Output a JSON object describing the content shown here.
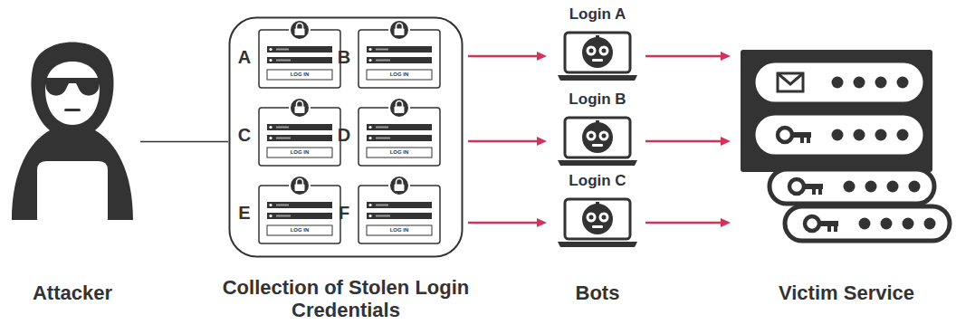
{
  "diagram": {
    "nodes": [
      {
        "text": [
          "Attacker"
        ]
      },
      {
        "text": [
          "Collection of Stolen Login Credentials"
        ]
      },
      {
        "text": [
          "A",
          "LOG IN"
        ],
        "in": 1
      },
      {
        "text": [
          "B",
          "LOG IN"
        ],
        "in": 1
      },
      {
        "text": [
          "C",
          "LOG IN"
        ],
        "in": 1
      },
      {
        "text": [
          "D",
          "LOG IN"
        ],
        "in": 1
      },
      {
        "text": [
          "E",
          "LOG IN"
        ],
        "in": 1
      },
      {
        "text": [
          "F",
          "LOG IN"
        ],
        "in": 1
      },
      {
        "text": [
          "Login A"
        ]
      },
      {
        "text": [
          "Login B"
        ]
      },
      {
        "text": [
          "Login C"
        ]
      },
      {
        "text": [
          "Victim Service"
        ]
      }
    ],
    "edges": [
      {
        "from": 0,
        "to": 1,
        "arrow": "none"
      },
      {
        "from": 1,
        "to": 8,
        "arrow": "to"
      },
      {
        "from": 1,
        "to": 9,
        "arrow": "to"
      },
      {
        "from": 1,
        "to": 10,
        "arrow": "to"
      },
      {
        "from": 8,
        "to": 11,
        "arrow": "to"
      },
      {
        "from": 9,
        "to": 11,
        "arrow": "to"
      },
      {
        "from": 10,
        "to": 11,
        "arrow": "to"
      }
    ],
    "labels": [
      "Bots"
    ]
  }
}
